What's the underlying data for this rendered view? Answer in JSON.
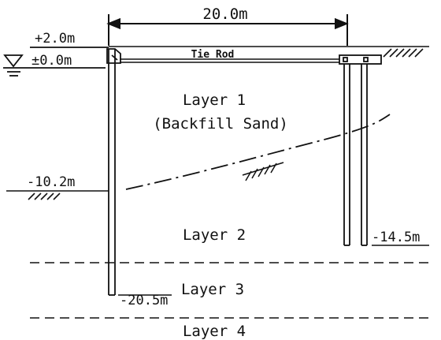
{
  "dimension": {
    "span": "20.0m"
  },
  "levels": {
    "top": "+2.0m",
    "water": "±0.0m",
    "layer_boundary": "-10.2m",
    "anchor_pile_tip": "-14.5m",
    "wall_tip": "-20.5m"
  },
  "tie_rod": "Tie Rod",
  "layers": {
    "layer1_name": "Layer 1",
    "layer1_desc": "(Backfill Sand)",
    "layer2_name": "Layer 2",
    "layer3_name": "Layer 3",
    "layer4_name": "Layer 4"
  }
}
